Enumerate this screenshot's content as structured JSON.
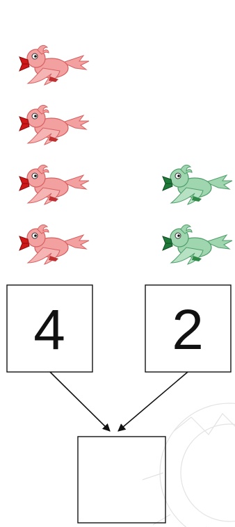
{
  "groups": [
    {
      "count": 4,
      "color": "#f08a8a",
      "icon": "red-bird-icon"
    },
    {
      "count": 2,
      "color": "#8ed0a4",
      "icon": "green-bird-icon"
    }
  ],
  "boxes": {
    "left": "4",
    "right": "2",
    "result": ""
  },
  "colors": {
    "pink_body": "#f2a0a0",
    "pink_dark": "#d66060",
    "pink_beak": "#d01818",
    "green_body": "#9fd6b0",
    "green_dark": "#4f9d68",
    "green_beak": "#1f7a3a",
    "line": "#111111",
    "watermark": "#e3e3e3"
  }
}
